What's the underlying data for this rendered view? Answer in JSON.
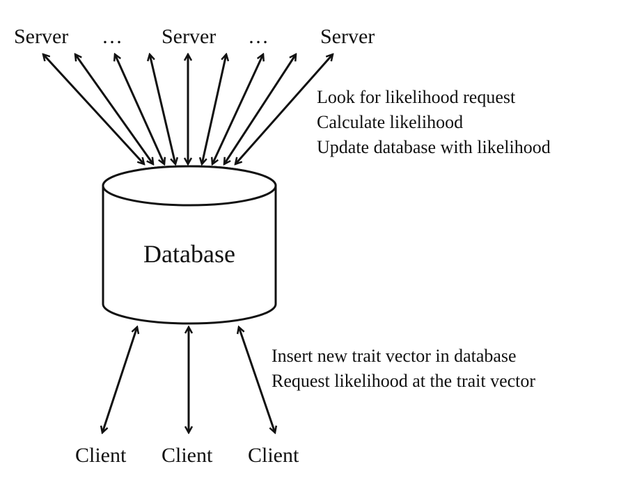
{
  "servers": [
    "Server",
    "…",
    "Server",
    "…",
    "Server"
  ],
  "server_notes": [
    "Look for likelihood request",
    "Calculate likelihood",
    "Update database with likelihood"
  ],
  "database": {
    "label": "Database"
  },
  "client_notes": [
    "Insert new trait vector in database",
    "Request likelihood at the trait vector"
  ],
  "clients": [
    "Client",
    "Client",
    "Client"
  ],
  "colors": {
    "stroke": "#111111",
    "background": "#ffffff"
  }
}
